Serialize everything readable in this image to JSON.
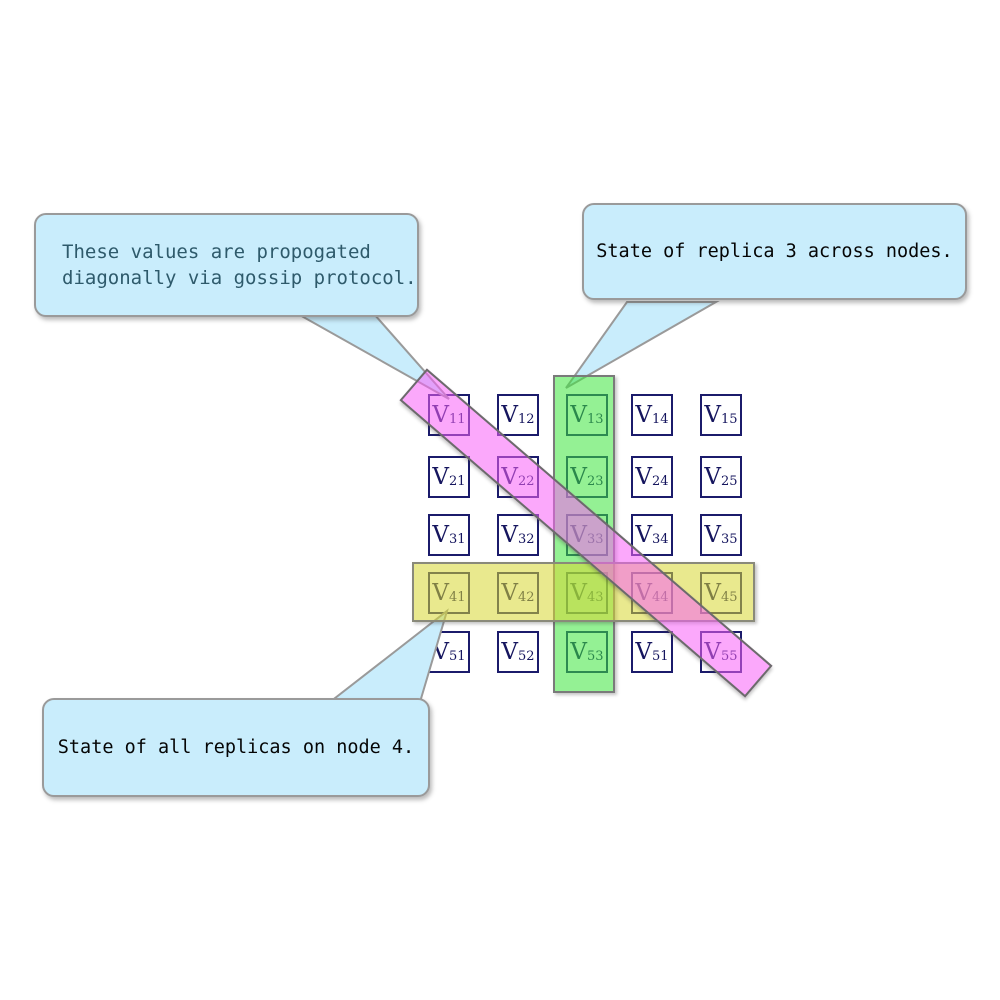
{
  "diagram_title": "replicated state matrix with highlighted row, column and diagonal",
  "callouts": {
    "gossip": {
      "lines": [
        "These values are propogated",
        "diagonally via gossip protocol."
      ],
      "text_color": "#2e5a6b"
    },
    "replica": {
      "lines": [
        "State of replica 3 across nodes."
      ],
      "text_color": "#050505"
    },
    "node": {
      "lines": [
        "State of all replicas on node 4."
      ],
      "text_color": "#050505"
    }
  },
  "matrix": {
    "base_symbol": "V",
    "rows": 5,
    "cols": 5,
    "subscripts": [
      [
        "11",
        "12",
        "13",
        "14",
        "15"
      ],
      [
        "21",
        "22",
        "23",
        "24",
        "25"
      ],
      [
        "31",
        "32",
        "33",
        "34",
        "35"
      ],
      [
        "41",
        "42",
        "43",
        "44",
        "45"
      ],
      [
        "51",
        "52",
        "53",
        "51",
        "55"
      ]
    ]
  },
  "highlights": {
    "replica3_column": {
      "meaning": "state of replica 3 across nodes",
      "fill": "rgba(60,230,60,0.55)",
      "base_hex": "#98f098"
    },
    "node4_row": {
      "meaning": "state of all replicas on node 4",
      "fill": "rgba(215,215,50,0.55)",
      "base_hex": "#e9e98f"
    },
    "gossip_diagonal": {
      "meaning": "values propogated diagonally via gossip protocol",
      "fill": "rgba(248,96,248,0.55)",
      "base_hex": "#fba7fb"
    }
  },
  "colors": {
    "cell_border": "#1b1b6b",
    "cell_text": "#15155e",
    "callout_fill": "#c9edfc",
    "callout_border": "#9a9a9a",
    "band_border": "#7a7a7a",
    "background": "#ffffff"
  }
}
